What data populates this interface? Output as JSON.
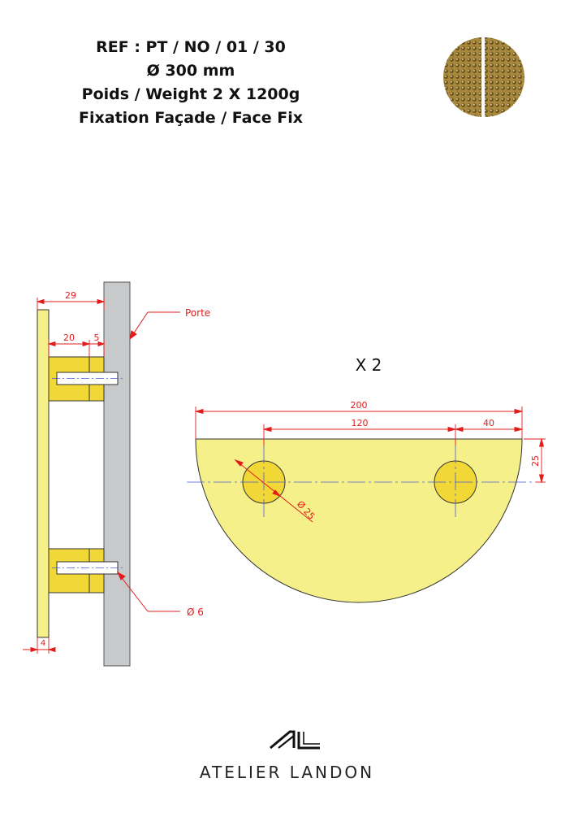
{
  "header": {
    "ref": "REF : PT / NO / 01 / 30",
    "diameter": "Ø 300 mm",
    "weight": "Poids /  Weight 2 X 1200g",
    "fixation": "Fixation Façade / Face Fix"
  },
  "side_view": {
    "dim_total": "29",
    "dim_standoff": "20",
    "dim_gap": "5",
    "dim_plate": "4",
    "label_door": "Porte",
    "label_pin": "Ø 6"
  },
  "front_view": {
    "quantity": "X 2",
    "dim_width": "200",
    "dim_hole_spacing": "120",
    "dim_edge": "40",
    "dim_height": "25",
    "dim_hole_dia": "Ø 25"
  },
  "brand": {
    "name": "ATELIER LANDON",
    "logo_letters": "AL"
  },
  "colors": {
    "brass": "#f6f08a",
    "brass_dark": "#f2d836",
    "door": "#c8c9cb",
    "dimension": "#e21b1b",
    "centerline": "#4a5ad6"
  }
}
